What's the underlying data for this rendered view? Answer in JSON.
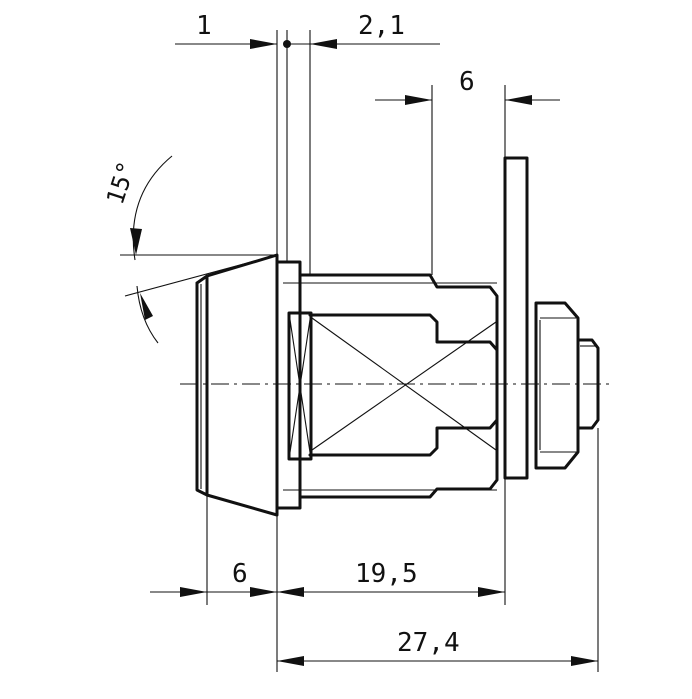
{
  "dimensions": {
    "d1": "1",
    "d2": "2,1",
    "d3": "6",
    "d4": "6",
    "d5": "19,5",
    "d6": "27,4",
    "angle": "15°"
  }
}
